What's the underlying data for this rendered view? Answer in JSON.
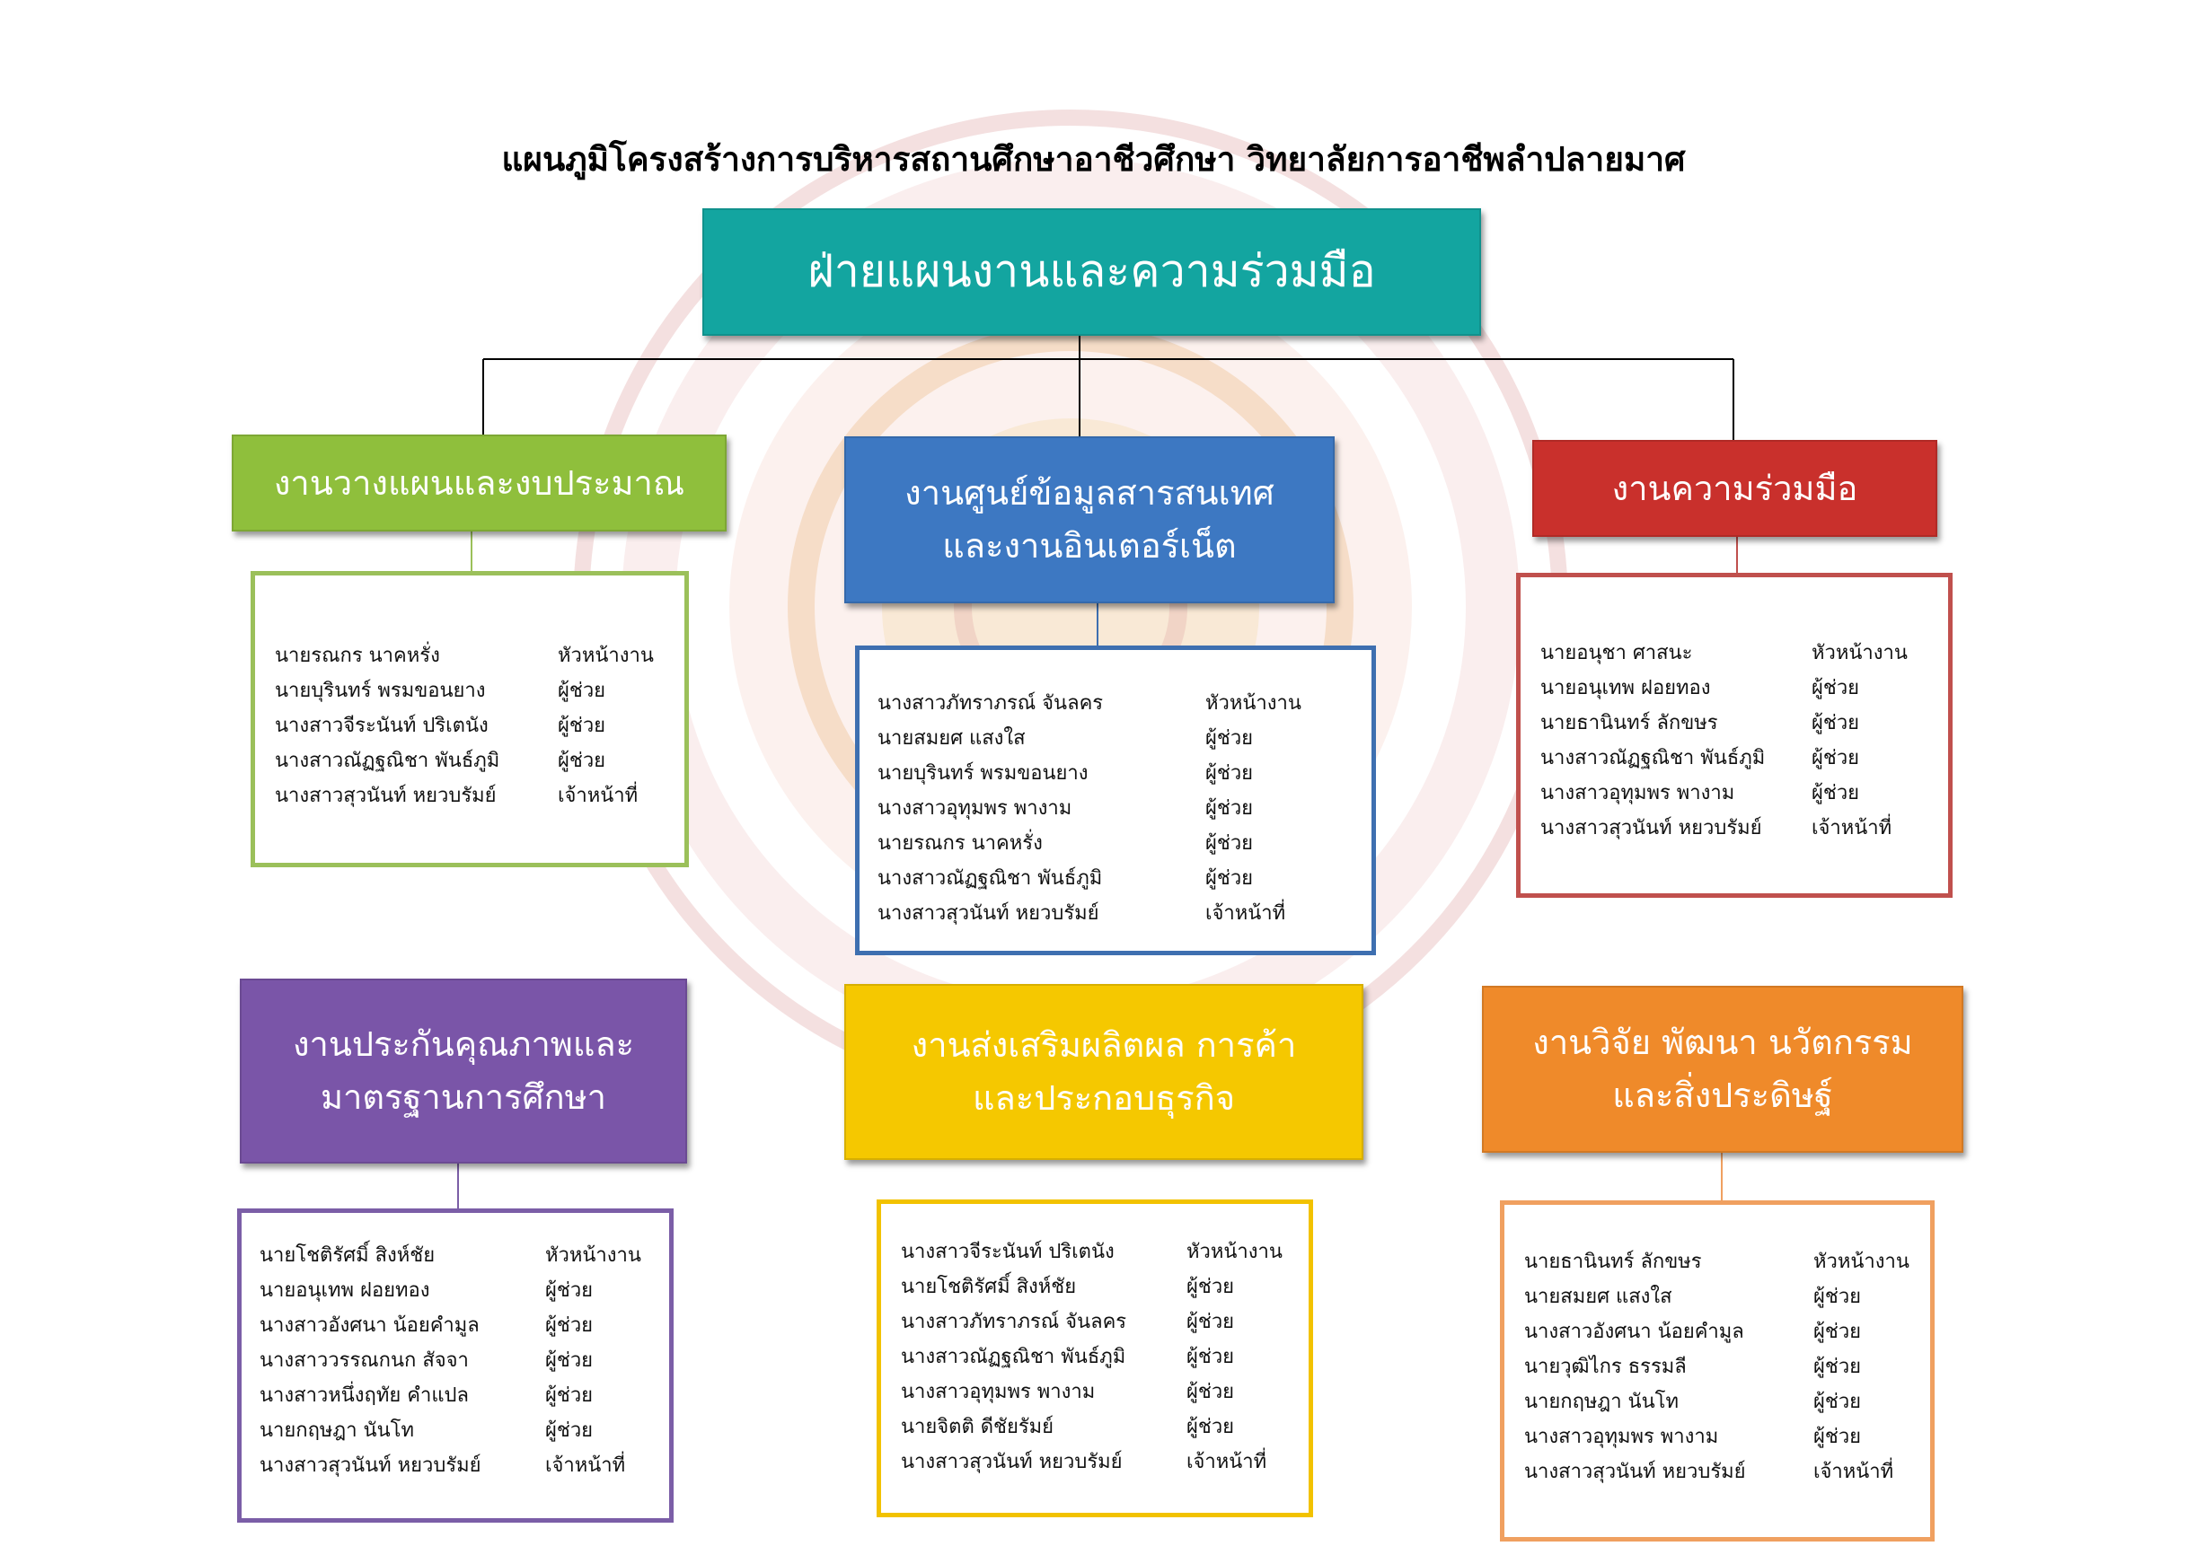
{
  "title": "แผนภูมิโครงสร้างการบริหารสถานศึกษาอาชีวศึกษา วิทยาลัยการอาชีพลำปลายมาศ",
  "root": {
    "label": "ฝ่ายแผนงานและความร่วมมือ",
    "color": "#13a5a0"
  },
  "departments": [
    {
      "lines": [
        "งานวางแผนและงบประมาณ"
      ],
      "color": "#8fbf3c",
      "border": "#9bc05a",
      "members": [
        {
          "name": "นายรณกร  นาคหรั่ง",
          "role": "หัวหน้างาน"
        },
        {
          "name": "นายบุรินทร์  พรมขอนยาง",
          "role": "ผู้ช่วย"
        },
        {
          "name": "นางสาวจีระนันท์  ปริเตนัง",
          "role": "ผู้ช่วย"
        },
        {
          "name": "นางสาวณัฏฐณิชา  พันธ์ภูมิ",
          "role": "ผู้ช่วย"
        },
        {
          "name": "นางสาวสุวนันท์  หยวบรัมย์",
          "role": "เจ้าหน้าที่"
        }
      ]
    },
    {
      "lines": [
        "งานศูนย์ข้อมูลสารสนเทศ",
        "และงานอินเตอร์เน็ต"
      ],
      "color": "#3d78c2",
      "border": "#3e6fb0",
      "members": [
        {
          "name": "นางสาวภัทราภรณ์  จันลคร",
          "role": "หัวหน้างาน"
        },
        {
          "name": "นายสมยศ  แสงใส",
          "role": "ผู้ช่วย"
        },
        {
          "name": "นายบุรินทร์  พรมขอนยาง",
          "role": "ผู้ช่วย"
        },
        {
          "name": "นางสาวอุทุมพร  พางาม",
          "role": "ผู้ช่วย"
        },
        {
          "name": "นายรณกร  นาคหรั่ง",
          "role": "ผู้ช่วย"
        },
        {
          "name": "นางสาวณัฏฐณิชา  พันธ์ภูมิ",
          "role": "ผู้ช่วย"
        },
        {
          "name": "นางสาวสุวนันท์  หยวบรัมย์",
          "role": "เจ้าหน้าที่"
        }
      ]
    },
    {
      "lines": [
        "งานความร่วมมือ"
      ],
      "color": "#c9302c",
      "border": "#c0504d",
      "members": [
        {
          "name": "นายอนุชา  ศาสนะ",
          "role": "หัวหน้างาน"
        },
        {
          "name": "นายอนุเทพ  ฝอยทอง",
          "role": "ผู้ช่วย"
        },
        {
          "name": "นายธานินทร์  ลักขษร",
          "role": "ผู้ช่วย"
        },
        {
          "name": "นางสาวณัฏฐณิชา  พันธ์ภูมิ",
          "role": "ผู้ช่วย"
        },
        {
          "name": "นางสาวอุทุมพร  พางาม",
          "role": "ผู้ช่วย"
        },
        {
          "name": "นางสาวสุวนันท์  หยวบรัมย์",
          "role": "เจ้าหน้าที่"
        }
      ]
    },
    {
      "lines": [
        "งานประกันคุณภาพและ",
        "มาตรฐานการศึกษา"
      ],
      "color": "#7a55a8",
      "border": "#7b5ea7",
      "members": [
        {
          "name": "นายโชติรัศมิ์  สิงห์ชัย",
          "role": "หัวหน้างาน"
        },
        {
          "name": "นายอนุเทพ  ฝอยทอง",
          "role": "ผู้ช่วย"
        },
        {
          "name": "นางสาวอังศนา  น้อยคำมูล",
          "role": "ผู้ช่วย"
        },
        {
          "name": "นางสาววรรณกนก  สัจจา",
          "role": "ผู้ช่วย"
        },
        {
          "name": "นางสาวหนึ่งฤทัย  คำแปล",
          "role": "ผู้ช่วย"
        },
        {
          "name": "นายกฤษฎา  นันโท",
          "role": "ผู้ช่วย"
        },
        {
          "name": "นางสาวสุวนันท์  หยวบรัมย์",
          "role": "เจ้าหน้าที่"
        }
      ]
    },
    {
      "lines": [
        "งานส่งเสริมผลิตผล การค้า",
        "และประกอบธุรกิจ"
      ],
      "color": "#f5c800",
      "border": "#f2c200",
      "members": [
        {
          "name": "นางสาวจีระนันท์  ปริเตนัง",
          "role": "หัวหน้างาน"
        },
        {
          "name": "นายโชติรัศมิ์  สิงห์ชัย",
          "role": "ผู้ช่วย"
        },
        {
          "name": "นางสาวภัทราภรณ์  จันลคร",
          "role": "ผู้ช่วย"
        },
        {
          "name": "นางสาวณัฏฐณิชา  พันธ์ภูมิ",
          "role": "ผู้ช่วย"
        },
        {
          "name": "นางสาวอุทุมพร  พางาม",
          "role": "ผู้ช่วย"
        },
        {
          "name": "นายจิตติ  ดีชัยรัมย์",
          "role": "ผู้ช่วย"
        },
        {
          "name": "นางสาวสุวนันท์  หยวบรัมย์",
          "role": "เจ้าหน้าที่"
        }
      ]
    },
    {
      "lines": [
        "งานวิจัย พัฒนา นวัตกรรม",
        "และสิ่งประดิษฐ์"
      ],
      "color": "#ef8a2a",
      "border": "#f0a060",
      "members": [
        {
          "name": "นายธานินทร์  ลักขษร",
          "role": "หัวหน้างาน"
        },
        {
          "name": "นายสมยศ  แสงใส",
          "role": "ผู้ช่วย"
        },
        {
          "name": "นางสาวอังศนา  น้อยคำมูล",
          "role": "ผู้ช่วย"
        },
        {
          "name": "นายวุฒิไกร  ธรรมลี",
          "role": "ผู้ช่วย"
        },
        {
          "name": "นายกฤษฎา  นันโท",
          "role": "ผู้ช่วย"
        },
        {
          "name": "นางสาวอุทุมพร  พางาม",
          "role": "ผู้ช่วย"
        },
        {
          "name": "นางสาวสุวนันท์  หยวบรัมย์",
          "role": "เจ้าหน้าที่"
        }
      ]
    }
  ]
}
